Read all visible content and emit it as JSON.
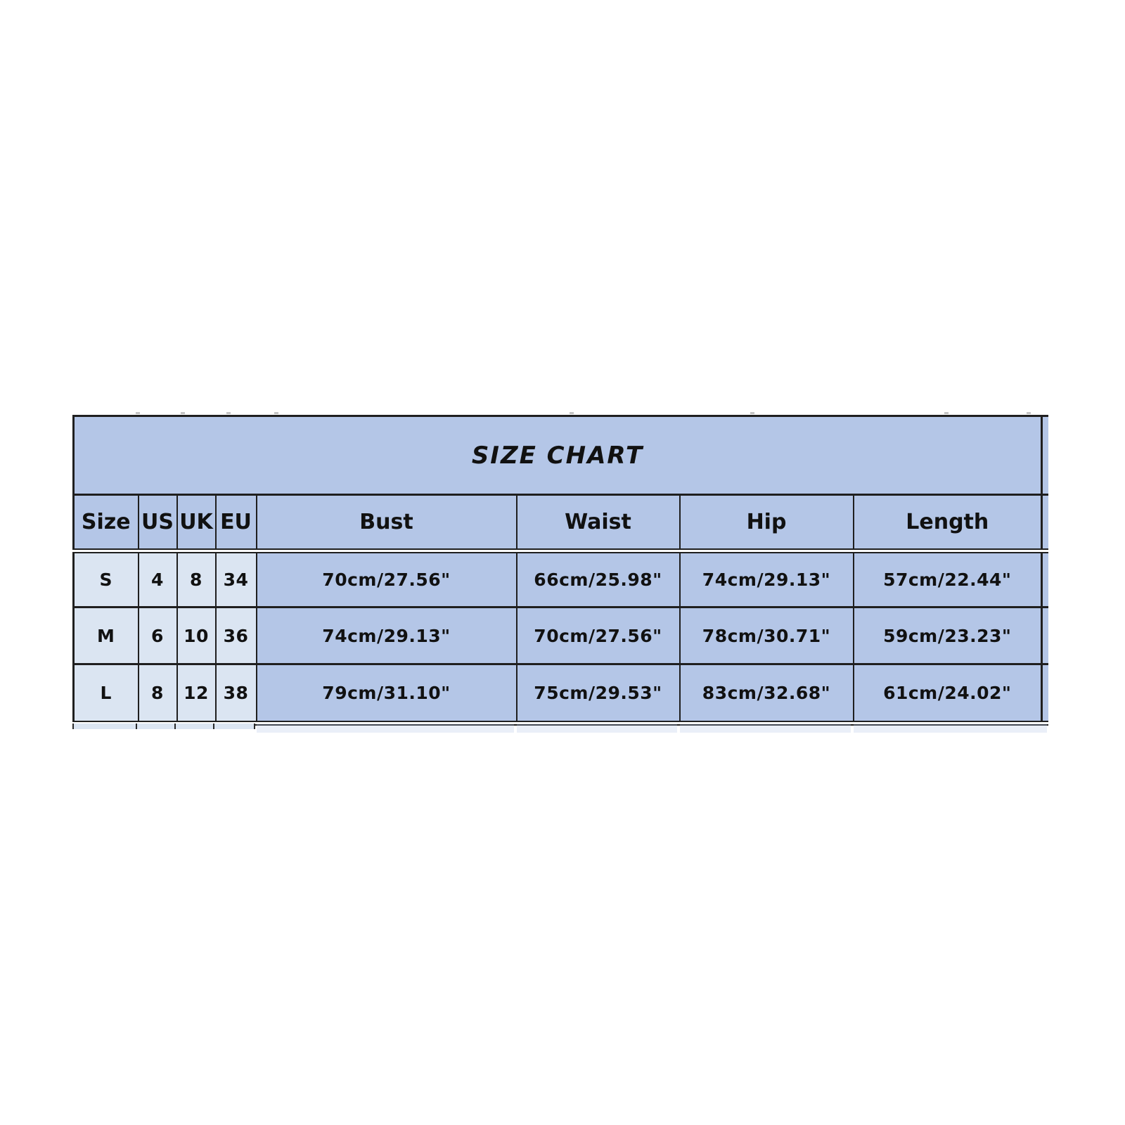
{
  "title": "SIZE CHART",
  "columns": [
    "Size",
    "US",
    "UK",
    "EU",
    "Bust",
    "Waist",
    "Hip",
    "Length"
  ],
  "rows": [
    {
      "size": "S",
      "us": "4",
      "uk": "8",
      "eu": "34",
      "bust": "70cm/27.56\"",
      "waist": "66cm/25.98\"",
      "hip": "74cm/29.13\"",
      "length": "57cm/22.44\""
    },
    {
      "size": "M",
      "us": "6",
      "uk": "10",
      "eu": "36",
      "bust": "74cm/29.13\"",
      "waist": "70cm/27.56\"",
      "hip": "78cm/30.71\"",
      "length": "59cm/23.23\""
    },
    {
      "size": "L",
      "us": "8",
      "uk": "12",
      "eu": "38",
      "bust": "79cm/31.10\"",
      "waist": "75cm/29.53\"",
      "hip": "83cm/32.68\"",
      "length": "61cm/24.02\""
    }
  ],
  "colors": {
    "header_bg": "#b4c6e7",
    "row_label_bg": "#dbe5f2",
    "border": "#1f1f1f",
    "text": "#111111",
    "background": "#ffffff"
  },
  "chart_data": {
    "type": "table",
    "title": "SIZE CHART",
    "columns": [
      "Size",
      "US",
      "UK",
      "EU",
      "Bust",
      "Waist",
      "Hip",
      "Length"
    ],
    "rows": [
      [
        "S",
        "4",
        "8",
        "34",
        "70cm/27.56\"",
        "66cm/25.98\"",
        "74cm/29.13\"",
        "57cm/22.44\""
      ],
      [
        "M",
        "6",
        "10",
        "36",
        "74cm/29.13\"",
        "70cm/27.56\"",
        "78cm/30.71\"",
        "59cm/23.23\""
      ],
      [
        "L",
        "8",
        "12",
        "38",
        "79cm/31.10\"",
        "75cm/29.53\"",
        "83cm/32.68\"",
        "61cm/24.02\""
      ]
    ]
  }
}
